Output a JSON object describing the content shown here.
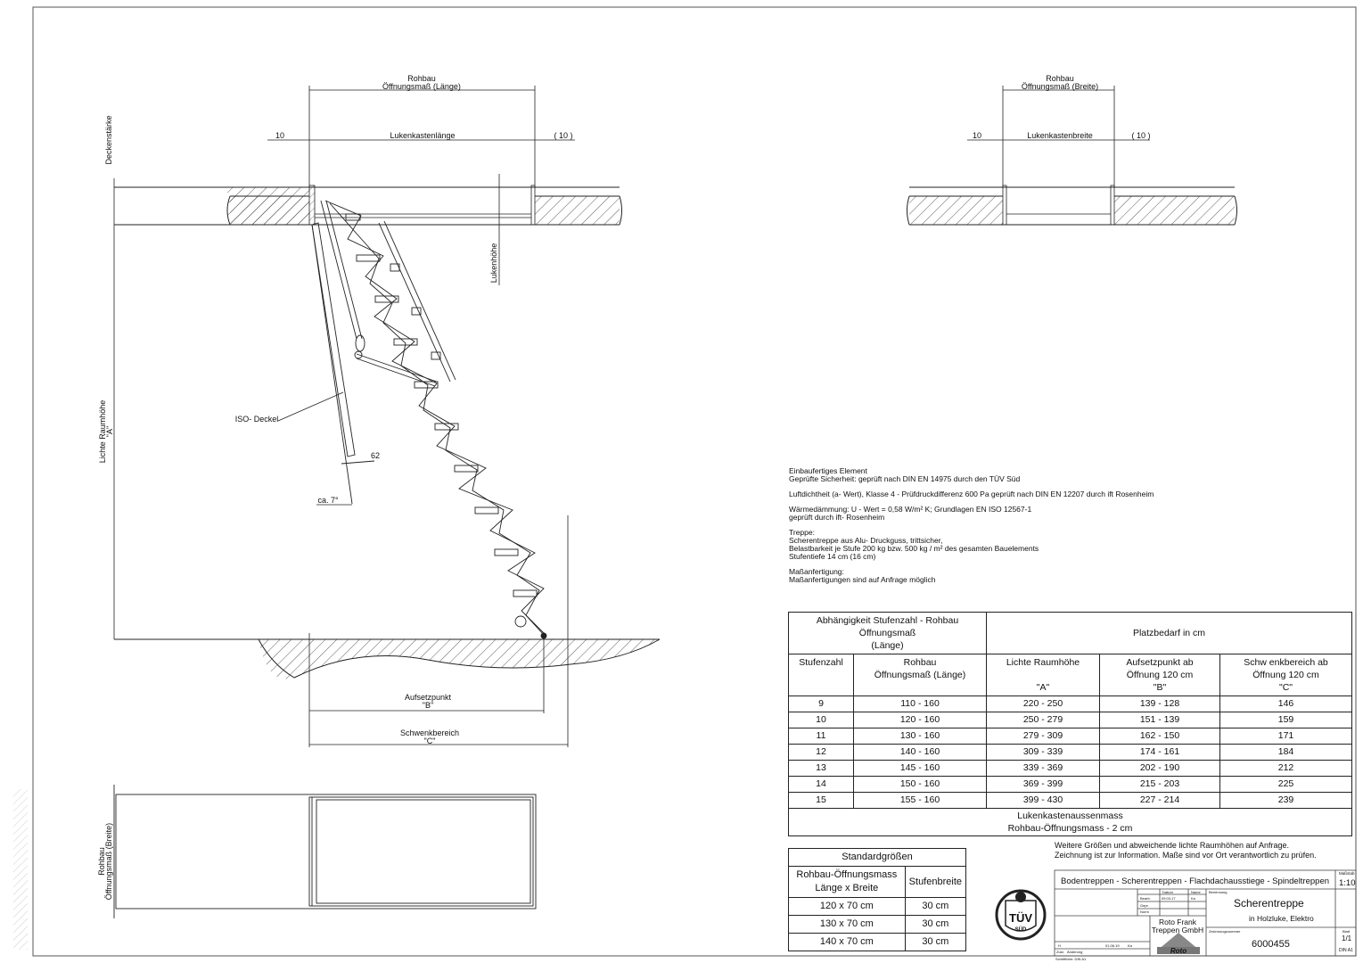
{
  "labels": {
    "rohbau_laenge": "Rohbau",
    "rohbau_laenge_sub": "Öffnungsmaß (Länge)",
    "rohbau_breite": "Rohbau",
    "rohbau_breite_sub": "Öffnungsmaß (Breite)",
    "ten_left": "10",
    "ten_right": "( 10 )",
    "lukenkastenlaenge": "Lukenkastenlänge",
    "lukenkastenbreite": "Lukenkastenbreite",
    "ten_left_2": "10",
    "ten_right_2": "( 10 )",
    "deckenstaerke": "Deckenstärke",
    "lukenhoehe": "Lukenhöhe",
    "lichte_raumhoehe": "Lichte Raumhöhe",
    "lichte_raumhoehe_a": "\"A\"",
    "iso_deckel": "ISO- Deckel",
    "dim_62": "62",
    "ca_7": "ca. 7°",
    "aufsetzpunkt": "Aufsetzpunkt",
    "aufsetzpunkt_b": "\"B\"",
    "schwenkbereich": "Schwenkbereich",
    "schwenkbereich_c": "\"C\"",
    "plan_rohbau": "Rohbau",
    "plan_rohbau_sub": "Öffnungsmaß (Breite)"
  },
  "notes": [
    "Einbaufertiges Element\nGeprüfte Sicherheit: geprüft nach DIN EN 14975 durch den TÜV Süd",
    "Luftdichtheit (a- Wert), Klasse 4 - Prüfdruckdifferenz 600 Pa geprüft nach DIN EN 12207 durch ift Rosenheim",
    "Wärmedämmung: U - Wert = 0,58 W/m² K; Grundlagen EN ISO 12567-1\ngeprüft durch ift- Rosenheim",
    "Treppe:\nScherentreppe aus Alu- Druckguss, trittsicher,\nBelastbarkeit je Stufe 200 kg bzw. 500 kg / m² des gesamten Bauelements\nStufentiefe 14 cm (16 cm)",
    "Maßanfertigung:\nMaßanfertigungen sind auf Anfrage möglich"
  ],
  "table": {
    "title_left": "Abhängigkeit Stufenzahl - Rohbau Öffnungsmaß\n(Länge)",
    "title_right": "Platzbedarf in cm",
    "headers": [
      "Stufenzahl",
      "Rohbau\nÖffnungsmaß (Länge)",
      "Lichte Raumhöhe\n\n\"A\"",
      "Aufsetzpunkt      ab\nÖffnung 120 cm\n\"B\"",
      "Schw enkbereich      ab\nÖffnung 120 cm\n\"C\""
    ],
    "rows": [
      [
        "9",
        "110 - 160",
        "220 - 250",
        "139 - 128",
        "146"
      ],
      [
        "10",
        "120 - 160",
        "250 - 279",
        "151 - 139",
        "159"
      ],
      [
        "11",
        "130 - 160",
        "279 - 309",
        "162 - 150",
        "171"
      ],
      [
        "12",
        "140 - 160",
        "309 - 339",
        "174 - 161",
        "184"
      ],
      [
        "13",
        "145 - 160",
        "339 - 369",
        "202 - 190",
        "212"
      ],
      [
        "14",
        "150 - 160",
        "369 - 399",
        "215 - 203",
        "225"
      ],
      [
        "15",
        "155 - 160",
        "399 - 430",
        "227 - 214",
        "239"
      ]
    ],
    "footer": "Lukenkastenaussenmass\nRohbau-Öffnungsmass - 2 cm"
  },
  "standard": {
    "title": "Standardgrößen",
    "col1": "Rohbau-Öffnungsmass\nLänge x Breite",
    "col2": "Stufenbreite",
    "rows": [
      [
        "120   x   70 cm",
        "30 cm"
      ],
      [
        "130   x   70 cm",
        "30 cm"
      ],
      [
        "140   x   70 cm",
        "30 cm"
      ]
    ]
  },
  "info": {
    "line1": "Weitere Größen und abweichende lichte Raumhöhen auf Anfrage.",
    "line2": "Zeichnung ist zur Information. Maße sind vor Ort verantwortlich zu prüfen."
  },
  "titleblock": {
    "categories": "Bodentreppen - Scherentreppen - Flachdachausstiege - Spindeltreppen",
    "scale_label": "Maßstab",
    "scale": "1:10",
    "product": "Scherentreppe",
    "product_sub": "in Holzluke, Elektro",
    "company": "Roto Frank\nTreppen GmbH",
    "drawing_no_label": "Zeichnungsnummer",
    "drawing_no": "6000455",
    "sheet": "1/1",
    "format": "DIN A1",
    "logo": "Roto",
    "tuv": "TÜV",
    "tuv_sub": "SÜD",
    "date_label": "Datum",
    "name_label": "Name",
    "benennung_label": "Benennung",
    "bearb_label": "Bearb.",
    "bearb_date": "09.03.17",
    "bearb_name": "Ka",
    "gepr_label": "Gepr.",
    "norm_label": "Norm",
    "zust_label": "Zust.",
    "aenderung_label": "Änderung",
    "zust_date": "01.06.19",
    "zust_name": "Ka",
    "rev": "H",
    "blatt_label": "Blatt",
    "schrift_label": "Schriftform: DIN A1"
  }
}
